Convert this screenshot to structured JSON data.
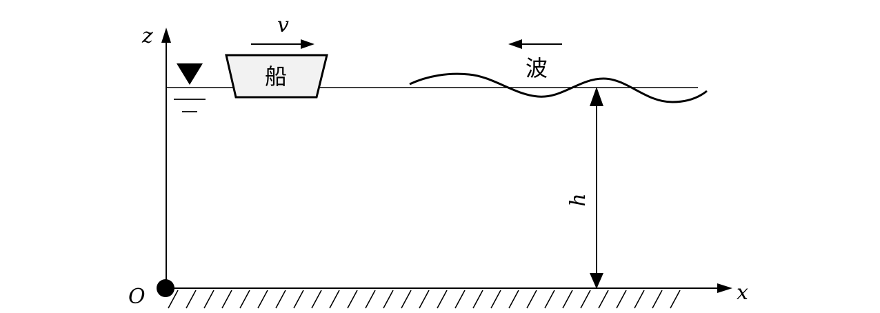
{
  "diagram": {
    "labels": {
      "z_axis": "z",
      "x_axis": "x",
      "origin": "O",
      "velocity": "v",
      "ship": "船",
      "wave": "波",
      "depth": "h"
    },
    "colors": {
      "stroke": "#000000",
      "ship_fill": "#f2f2f2",
      "background": "#ffffff"
    },
    "icons": {
      "water_level_marker": "inverted-triangle-water-level-icon"
    }
  }
}
